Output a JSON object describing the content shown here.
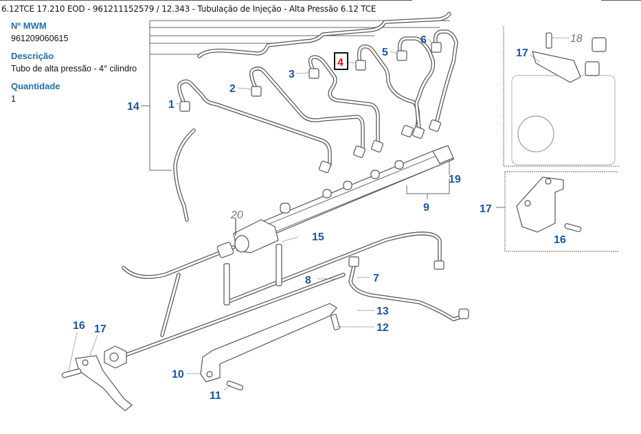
{
  "header": {
    "title": "6.12TCE 17.210 EOD - 961211152579  /  12.343 - Tubulação de Injeção - Alta Pressão 6.12 TCE"
  },
  "part_info": {
    "mwm_label": "Nº MWM",
    "mwm_value": "961209060615",
    "description_label": "Descrição",
    "description_value": "Tubo de alta pressão - 4° cilindro",
    "quantity_label": "Quantidade",
    "quantity_value": "1"
  },
  "diagram": {
    "selected_callout": "4",
    "colors": {
      "callout": "#1a55a8",
      "selected": "#e81010",
      "reference": "#777777",
      "info_label": "#1f6fae"
    },
    "callouts": {
      "c1": "1",
      "c2": "2",
      "c3": "3",
      "c4": "4",
      "c5": "5",
      "c6": "6",
      "c7": "7",
      "c8": "8",
      "c9": "9",
      "c10": "10",
      "c11": "11",
      "c12": "12",
      "c13": "13",
      "c14": "14",
      "c15": "15",
      "c16a": "16",
      "c16b": "16",
      "c17a": "17",
      "c17b": "17",
      "c17c": "17",
      "c18": "18",
      "c19": "19",
      "c20": "20"
    }
  }
}
